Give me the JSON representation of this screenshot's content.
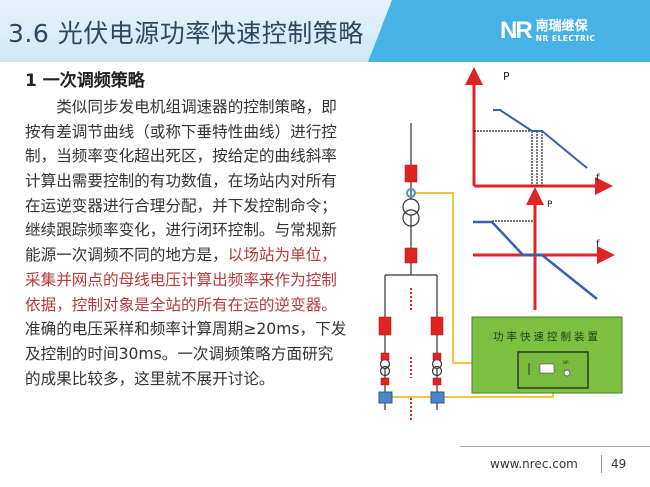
{
  "header": {
    "title": "3.6 光伏电源功率快速控制策略",
    "logo_mark": "NR",
    "logo_cn": "南瑞继保",
    "logo_en": "NR ELECTRIC"
  },
  "section": {
    "heading": "1 一次调频策略",
    "lines": [
      {
        "text": "　　类似同步发电机组调速器的控制策略，即",
        "red": false
      },
      {
        "text": "按有差调节曲线（或称下垂特性曲线）进行控",
        "red": false
      },
      {
        "text": "制，当频率变化超出死区，按给定的曲线斜率",
        "red": false
      },
      {
        "text": "计算出需要控制的有功数值，在场站内对所有",
        "red": false
      },
      {
        "text": "在运逆变器进行合理分配，并下发控制命令；",
        "red": false
      },
      {
        "text": "继续跟踪频率变化，进行闭环控制。与常规新",
        "red": false
      }
    ],
    "line7_normal": "能源一次调频不同的地方是，",
    "line7_red": "以场站为单位，",
    "red_lines": [
      "采集并网点的母线电压计算出频率来作为控制",
      "依据，控制对象是全站的所有在运的逆变器。"
    ],
    "tail_lines": [
      "准确的电压采样和频率计算周期≥20ms，下发",
      "及控制的时间30ms。一次调频策略方面研究",
      "的成果比较多，这里就不展开讨论。"
    ]
  },
  "diagram": {
    "chart1": {
      "y_label": "P",
      "x_label": "f"
    },
    "chart2": {
      "y_label": "P",
      "x_label": "f"
    },
    "device_label": "功率快速控制装置",
    "device_tag": "NR"
  },
  "footer": {
    "url": "www.nrec.com",
    "page": "49"
  },
  "colors": {
    "brand": "#47b2e6",
    "axis": "#e02424",
    "curve": "#3a5fb0",
    "wire": "#f5c242",
    "device": "#7cc142",
    "highlight": "#b73a3a"
  }
}
